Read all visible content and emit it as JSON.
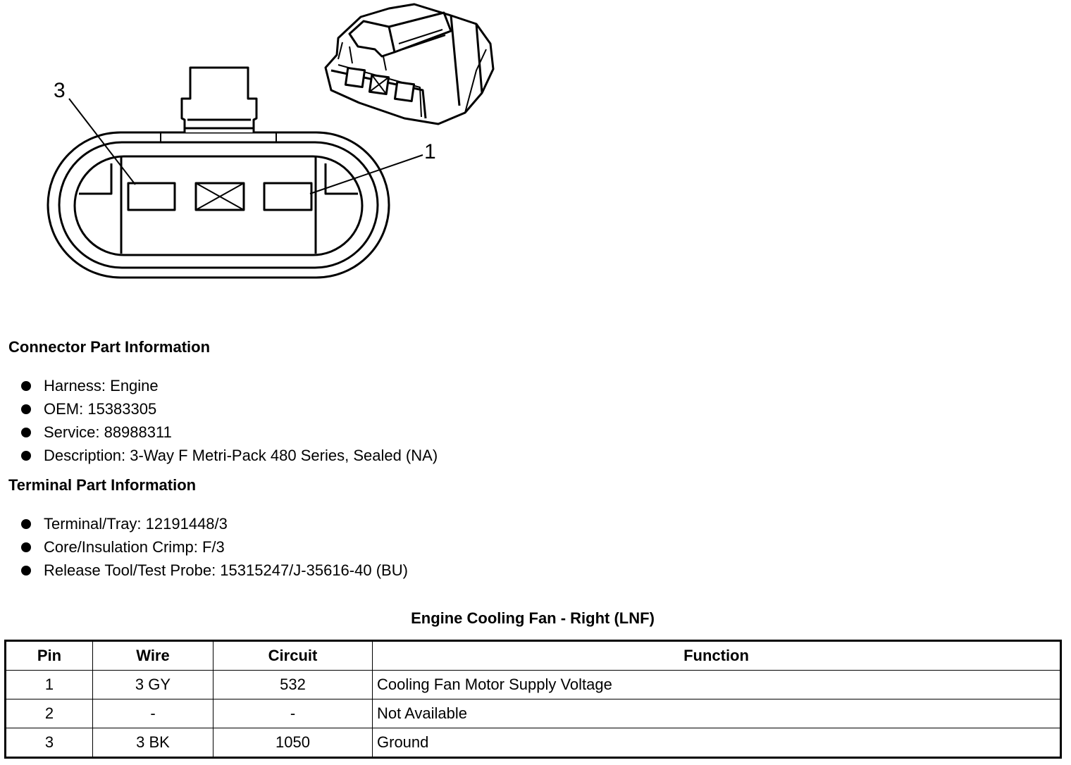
{
  "diagram": {
    "callouts": [
      "3",
      "1"
    ]
  },
  "connector_info": {
    "heading": "Connector Part Information",
    "items": [
      "Harness: Engine",
      "OEM: 15383305",
      "Service: 88988311",
      "Description: 3-Way F Metri-Pack 480 Series, Sealed (NA)"
    ]
  },
  "terminal_info": {
    "heading": "Terminal Part Information",
    "items": [
      "Terminal/Tray: 12191448/3",
      "Core/Insulation Crimp: F/3",
      "Release Tool/Test Probe: 15315247/J-35616-40 (BU)"
    ]
  },
  "table": {
    "title": "Engine Cooling Fan - Right (LNF)",
    "headers": [
      "Pin",
      "Wire",
      "Circuit",
      "Function"
    ],
    "rows": [
      [
        "1",
        "3 GY",
        "532",
        "Cooling Fan Motor Supply Voltage"
      ],
      [
        "2",
        "-",
        "-",
        "Not Available"
      ],
      [
        "3",
        "3 BK",
        "1050",
        "Ground"
      ]
    ]
  }
}
